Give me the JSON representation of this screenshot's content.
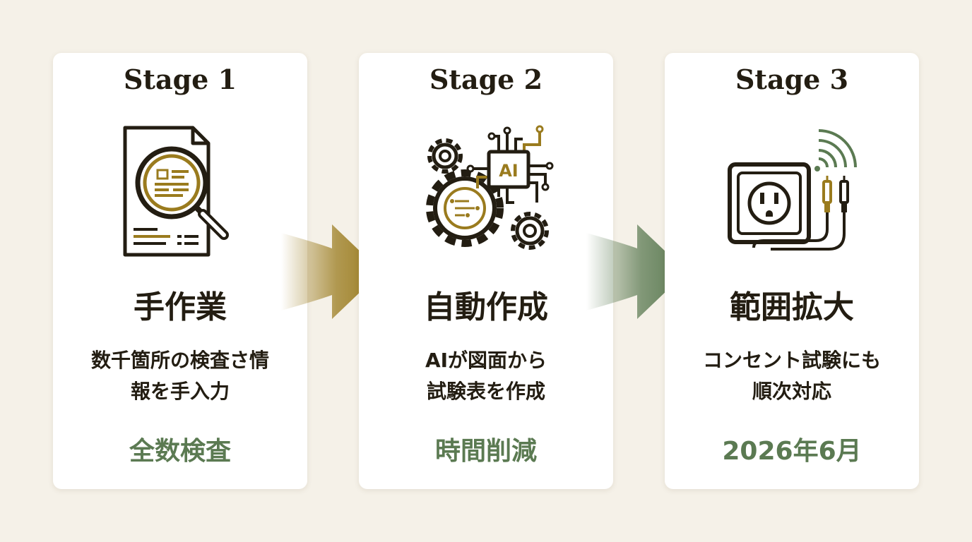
{
  "colors": {
    "background": "#f5f1e8",
    "card": "#ffffff",
    "text": "#231d12",
    "accent_gold": "#9a7b1e",
    "accent_green": "#5b7a52"
  },
  "stages": [
    {
      "title": "Stage 1",
      "icon": "document-magnifier-icon",
      "heading": "手作業",
      "description_lines": [
        "数千箇所の検査さ情",
        "報を手入力"
      ],
      "tag": "全数検査"
    },
    {
      "title": "Stage 2",
      "icon": "ai-gears-icon",
      "icon_text": "AI",
      "heading": "自動作成",
      "description_lines": [
        "AIが図面から",
        "試験表を作成"
      ],
      "tag": "時間削減"
    },
    {
      "title": "Stage 3",
      "icon": "outlet-tester-icon",
      "heading": "範囲拡大",
      "description_lines": [
        "コンセント試験にも",
        "順次対応"
      ],
      "tag": "2026年6月"
    }
  ],
  "arrows": [
    {
      "icon": "arrow-right-icon",
      "color": "#9a7b1e"
    },
    {
      "icon": "arrow-right-icon",
      "color": "#5b7a52"
    }
  ]
}
